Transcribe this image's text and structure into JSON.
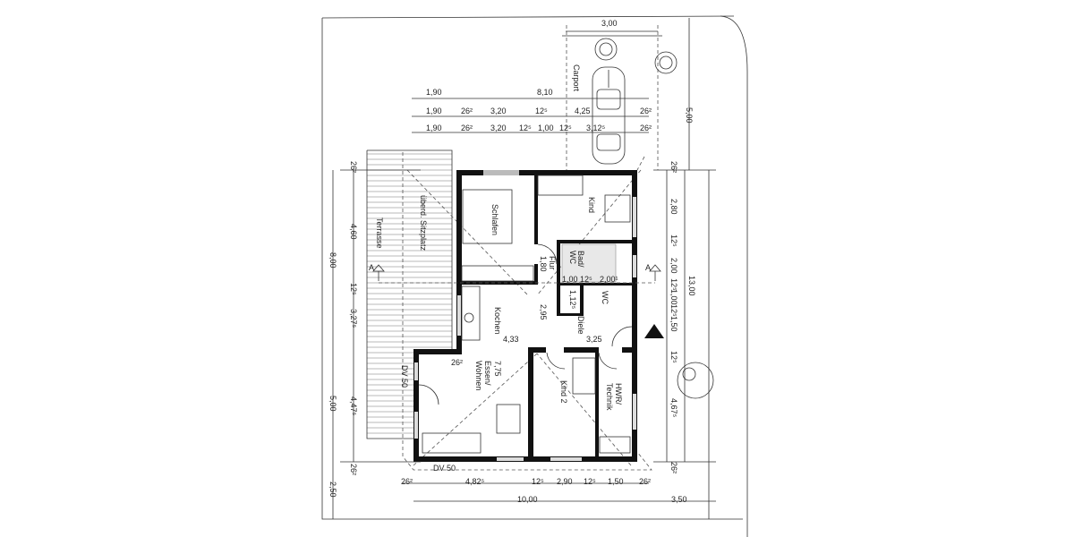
{
  "plan": {
    "rooms": {
      "schlafen": "Schlafen",
      "kind": "Kind",
      "terrasse": "Terrasse",
      "sitzplatz": "überd. Sitzplatz",
      "flur": "Flur",
      "flur_dim": "1,80",
      "bad": "Bad/",
      "bad2": "WC",
      "wc": "WC",
      "kochen": "Kochen",
      "diele": "Diele",
      "essen": "Essen/",
      "wohnen": "Wohnen",
      "kind2": "Kind 2",
      "hwr": "HWR/",
      "technik": "Technik",
      "carport": "Carport",
      "dv50_left": "DV 50",
      "dv50_bottom": "DV 50"
    },
    "room_dims": {
      "bad_w1": "1,00",
      "bad_w2": "12⁵",
      "bad_w3": "2,00¹",
      "wc_w": "1,12⁵",
      "flur_len": "2,95",
      "kochen_w": "4,33",
      "diele_w": "3,25",
      "essen_len": "7,75",
      "essen_wall": "26²"
    },
    "top_dims": {
      "carport_w": "3,00",
      "row1": [
        "1,90",
        "8,10"
      ],
      "row2": [
        "1,90",
        "26²",
        "3,20",
        "12⁵",
        "4,25",
        "26²"
      ],
      "row3": [
        "1,90",
        "26²",
        "3,20",
        "12⁵",
        "1,00",
        "12⁵",
        "3,12⁵",
        "26²"
      ],
      "carport_len": "5,00"
    },
    "left_dims": [
      "26²",
      "4,60",
      "8,00",
      "12⁵",
      "3,27⁵",
      "4,47⁵",
      "5,00",
      "26²",
      "2,50"
    ],
    "right_dims": [
      "26²",
      "2,80",
      "12⁵",
      "2,00",
      "12⁵",
      "1,00",
      "13,00",
      "12⁵",
      "1,50",
      "12⁵",
      "4,67⁵",
      "26²"
    ],
    "bottom_dims": [
      "26²",
      "4,82⁵",
      "12⁵",
      "2,90",
      "12⁵",
      "1,50",
      "26²",
      "10,00",
      "3,50"
    ],
    "section_marker": "A"
  }
}
